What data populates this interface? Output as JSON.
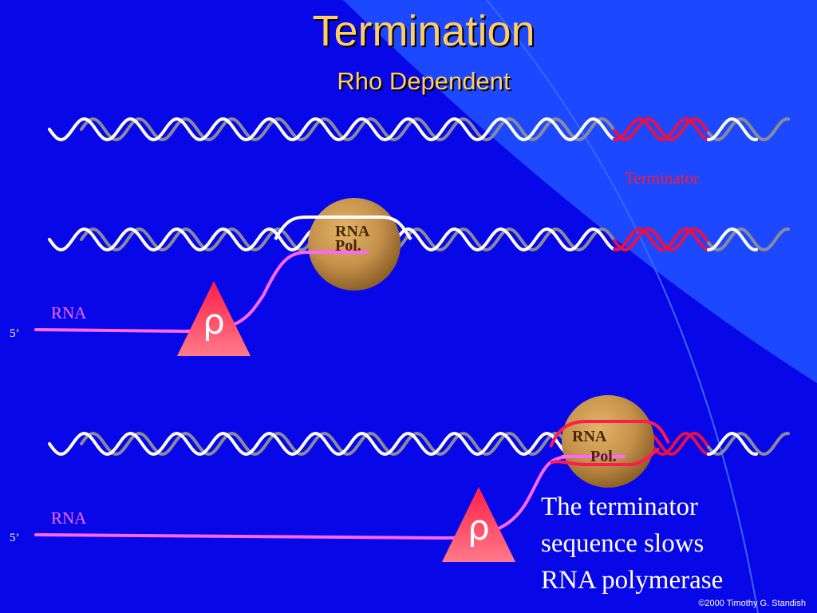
{
  "title": "Termination",
  "subtitle": "Rho Dependent",
  "terminator_label": "Terminator",
  "rna_label": "RNA",
  "five_prime": "5’",
  "polymerase_label_line1": "RNA",
  "polymerase_label_line2": "Pol.",
  "rho_symbol": "ρ",
  "caption_lines": [
    "The terminator",
    "sequence slows",
    "RNA polymerase"
  ],
  "copyright": "©2000 Timothy G. Standish",
  "colors": {
    "background": "#0707e8",
    "background_accent": "#1c48ff",
    "strand_white": "#ffffff",
    "strand_grey": "#8a8a9a",
    "terminator": "#e8104a",
    "rna": "#ff66ff",
    "polymerase": "#c8964c",
    "rho": "#ff3a5a",
    "title": "#ffcc66"
  }
}
